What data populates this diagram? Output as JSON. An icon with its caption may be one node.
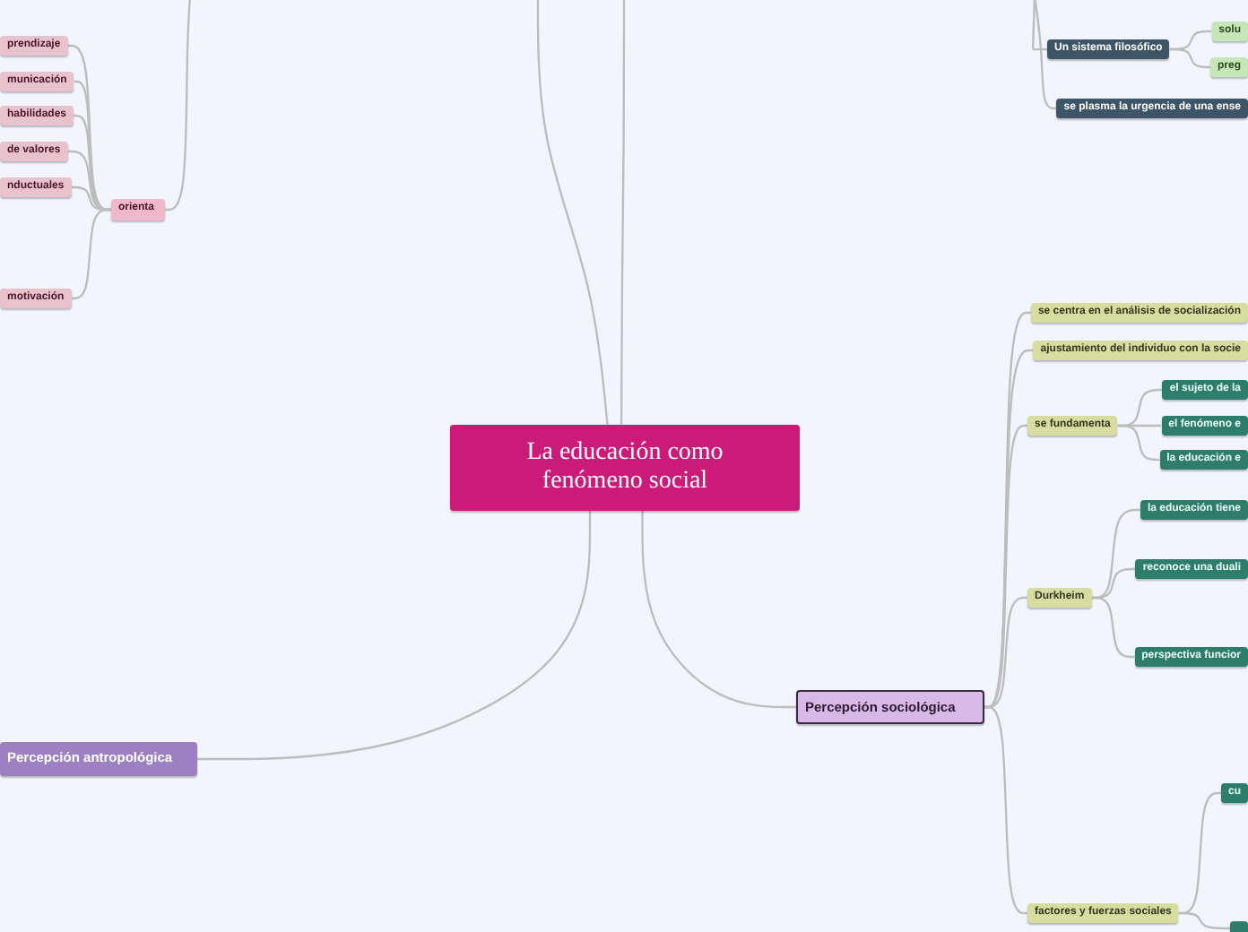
{
  "diagram": {
    "nodes": [
      {
        "text": [
          "La educación como fenómeno social"
        ]
      },
      {
        "text": [
          "orienta"
        ]
      },
      {
        "text": [
          "prendizaje"
        ]
      },
      {
        "text": [
          "municación"
        ]
      },
      {
        "text": [
          "habilidades"
        ]
      },
      {
        "text": [
          "de valores"
        ]
      },
      {
        "text": [
          "nductuales"
        ]
      },
      {
        "text": [
          "motivación"
        ]
      },
      {
        "text": [
          "Percepción antropológica"
        ]
      },
      {
        "text": [
          "Un sistema filosófico"
        ]
      },
      {
        "text": [
          "solu"
        ]
      },
      {
        "text": [
          "preg"
        ]
      },
      {
        "text": [
          "se plasma la urgencia de una ense"
        ]
      },
      {
        "text": [
          "Percepción sociológica"
        ]
      },
      {
        "text": [
          "se centra en el análisis de socialización"
        ]
      },
      {
        "text": [
          "ajustamiento del individuo con la socie"
        ]
      },
      {
        "text": [
          "se fundamenta"
        ]
      },
      {
        "text": [
          "el sujeto de la"
        ]
      },
      {
        "text": [
          "el fenómeno e"
        ]
      },
      {
        "text": [
          "la educación e"
        ]
      },
      {
        "text": [
          "Durkheim"
        ]
      },
      {
        "text": [
          "la educación tiene"
        ]
      },
      {
        "text": [
          "reconoce una duali"
        ]
      },
      {
        "text": [
          "perspectiva funcior"
        ]
      },
      {
        "text": [
          "factores y fuerzas sociales"
        ]
      },
      {
        "text": [
          "cu"
        ]
      },
      {
        "text": [],
        "shape": "box"
      }
    ],
    "edges": [
      {
        "from": 0,
        "to": 8,
        "arrow": "none"
      },
      {
        "from": 0,
        "to": 13,
        "arrow": "none"
      },
      {
        "from": 0,
        "to": null,
        "arrow": "none"
      },
      {
        "from": 0,
        "to": null,
        "arrow": "none"
      },
      {
        "from": null,
        "to": 1,
        "arrow": "none"
      },
      {
        "from": 1,
        "to": 2,
        "arrow": "none"
      },
      {
        "from": 1,
        "to": 3,
        "arrow": "none"
      },
      {
        "from": 1,
        "to": 4,
        "arrow": "none"
      },
      {
        "from": 1,
        "to": 5,
        "arrow": "none"
      },
      {
        "from": 1,
        "to": 6,
        "arrow": "none"
      },
      {
        "from": 1,
        "to": 7,
        "arrow": "none"
      },
      {
        "from": null,
        "to": 9,
        "arrow": "none"
      },
      {
        "from": null,
        "to": 12,
        "arrow": "none"
      },
      {
        "from": 9,
        "to": 10,
        "arrow": "none"
      },
      {
        "from": 9,
        "to": 11,
        "arrow": "none"
      },
      {
        "from": 13,
        "to": 14,
        "arrow": "none"
      },
      {
        "from": 13,
        "to": 15,
        "arrow": "none"
      },
      {
        "from": 13,
        "to": 16,
        "arrow": "none"
      },
      {
        "from": 13,
        "to": 20,
        "arrow": "none"
      },
      {
        "from": 13,
        "to": 24,
        "arrow": "none"
      },
      {
        "from": 16,
        "to": 17,
        "arrow": "none"
      },
      {
        "from": 16,
        "to": 18,
        "arrow": "none"
      },
      {
        "from": 16,
        "to": 19,
        "arrow": "none"
      },
      {
        "from": 20,
        "to": 21,
        "arrow": "none"
      },
      {
        "from": 20,
        "to": 22,
        "arrow": "none"
      },
      {
        "from": 20,
        "to": 23,
        "arrow": "none"
      },
      {
        "from": 24,
        "to": 25,
        "arrow": "none"
      },
      {
        "from": 24,
        "to": 26,
        "arrow": "none"
      }
    ]
  }
}
